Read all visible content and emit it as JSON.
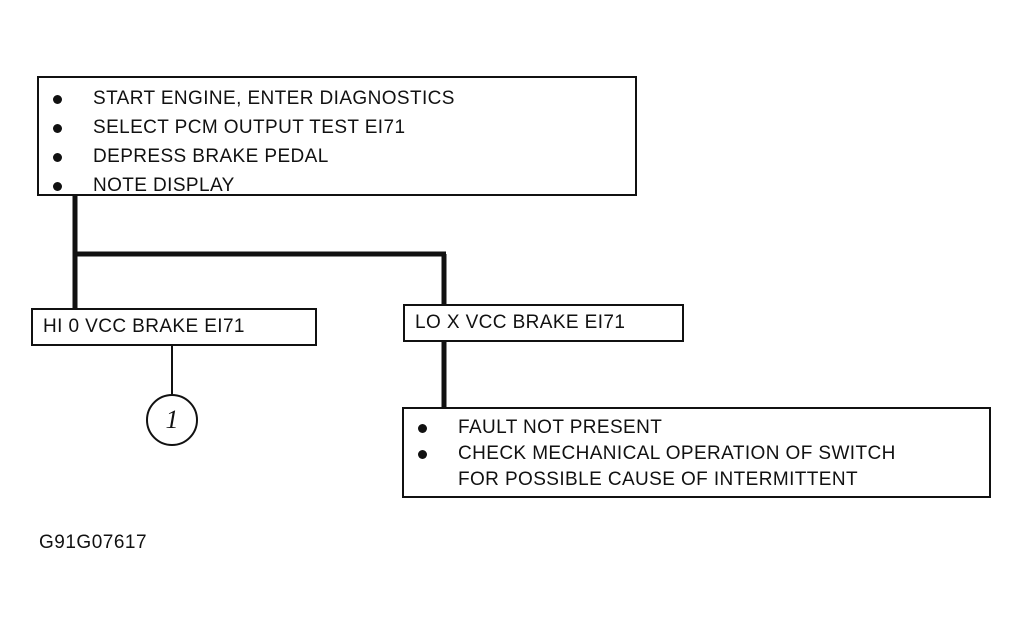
{
  "start_box": {
    "items": [
      "START ENGINE, ENTER DIAGNOSTICS",
      "SELECT PCM OUTPUT TEST EI71",
      "DEPRESS BRAKE PEDAL",
      "NOTE DISPLAY"
    ]
  },
  "branches": {
    "hi": "HI 0 VCC BRAKE EI71",
    "lo": "LO X VCC BRAKE EI71"
  },
  "reference": "1",
  "result_box": {
    "items": [
      "FAULT NOT PRESENT",
      "CHECK MECHANICAL OPERATION OF SWITCH",
      "FOR POSSIBLE CAUSE OF INTERMITTENT"
    ]
  },
  "figure_code": "G91G07617"
}
